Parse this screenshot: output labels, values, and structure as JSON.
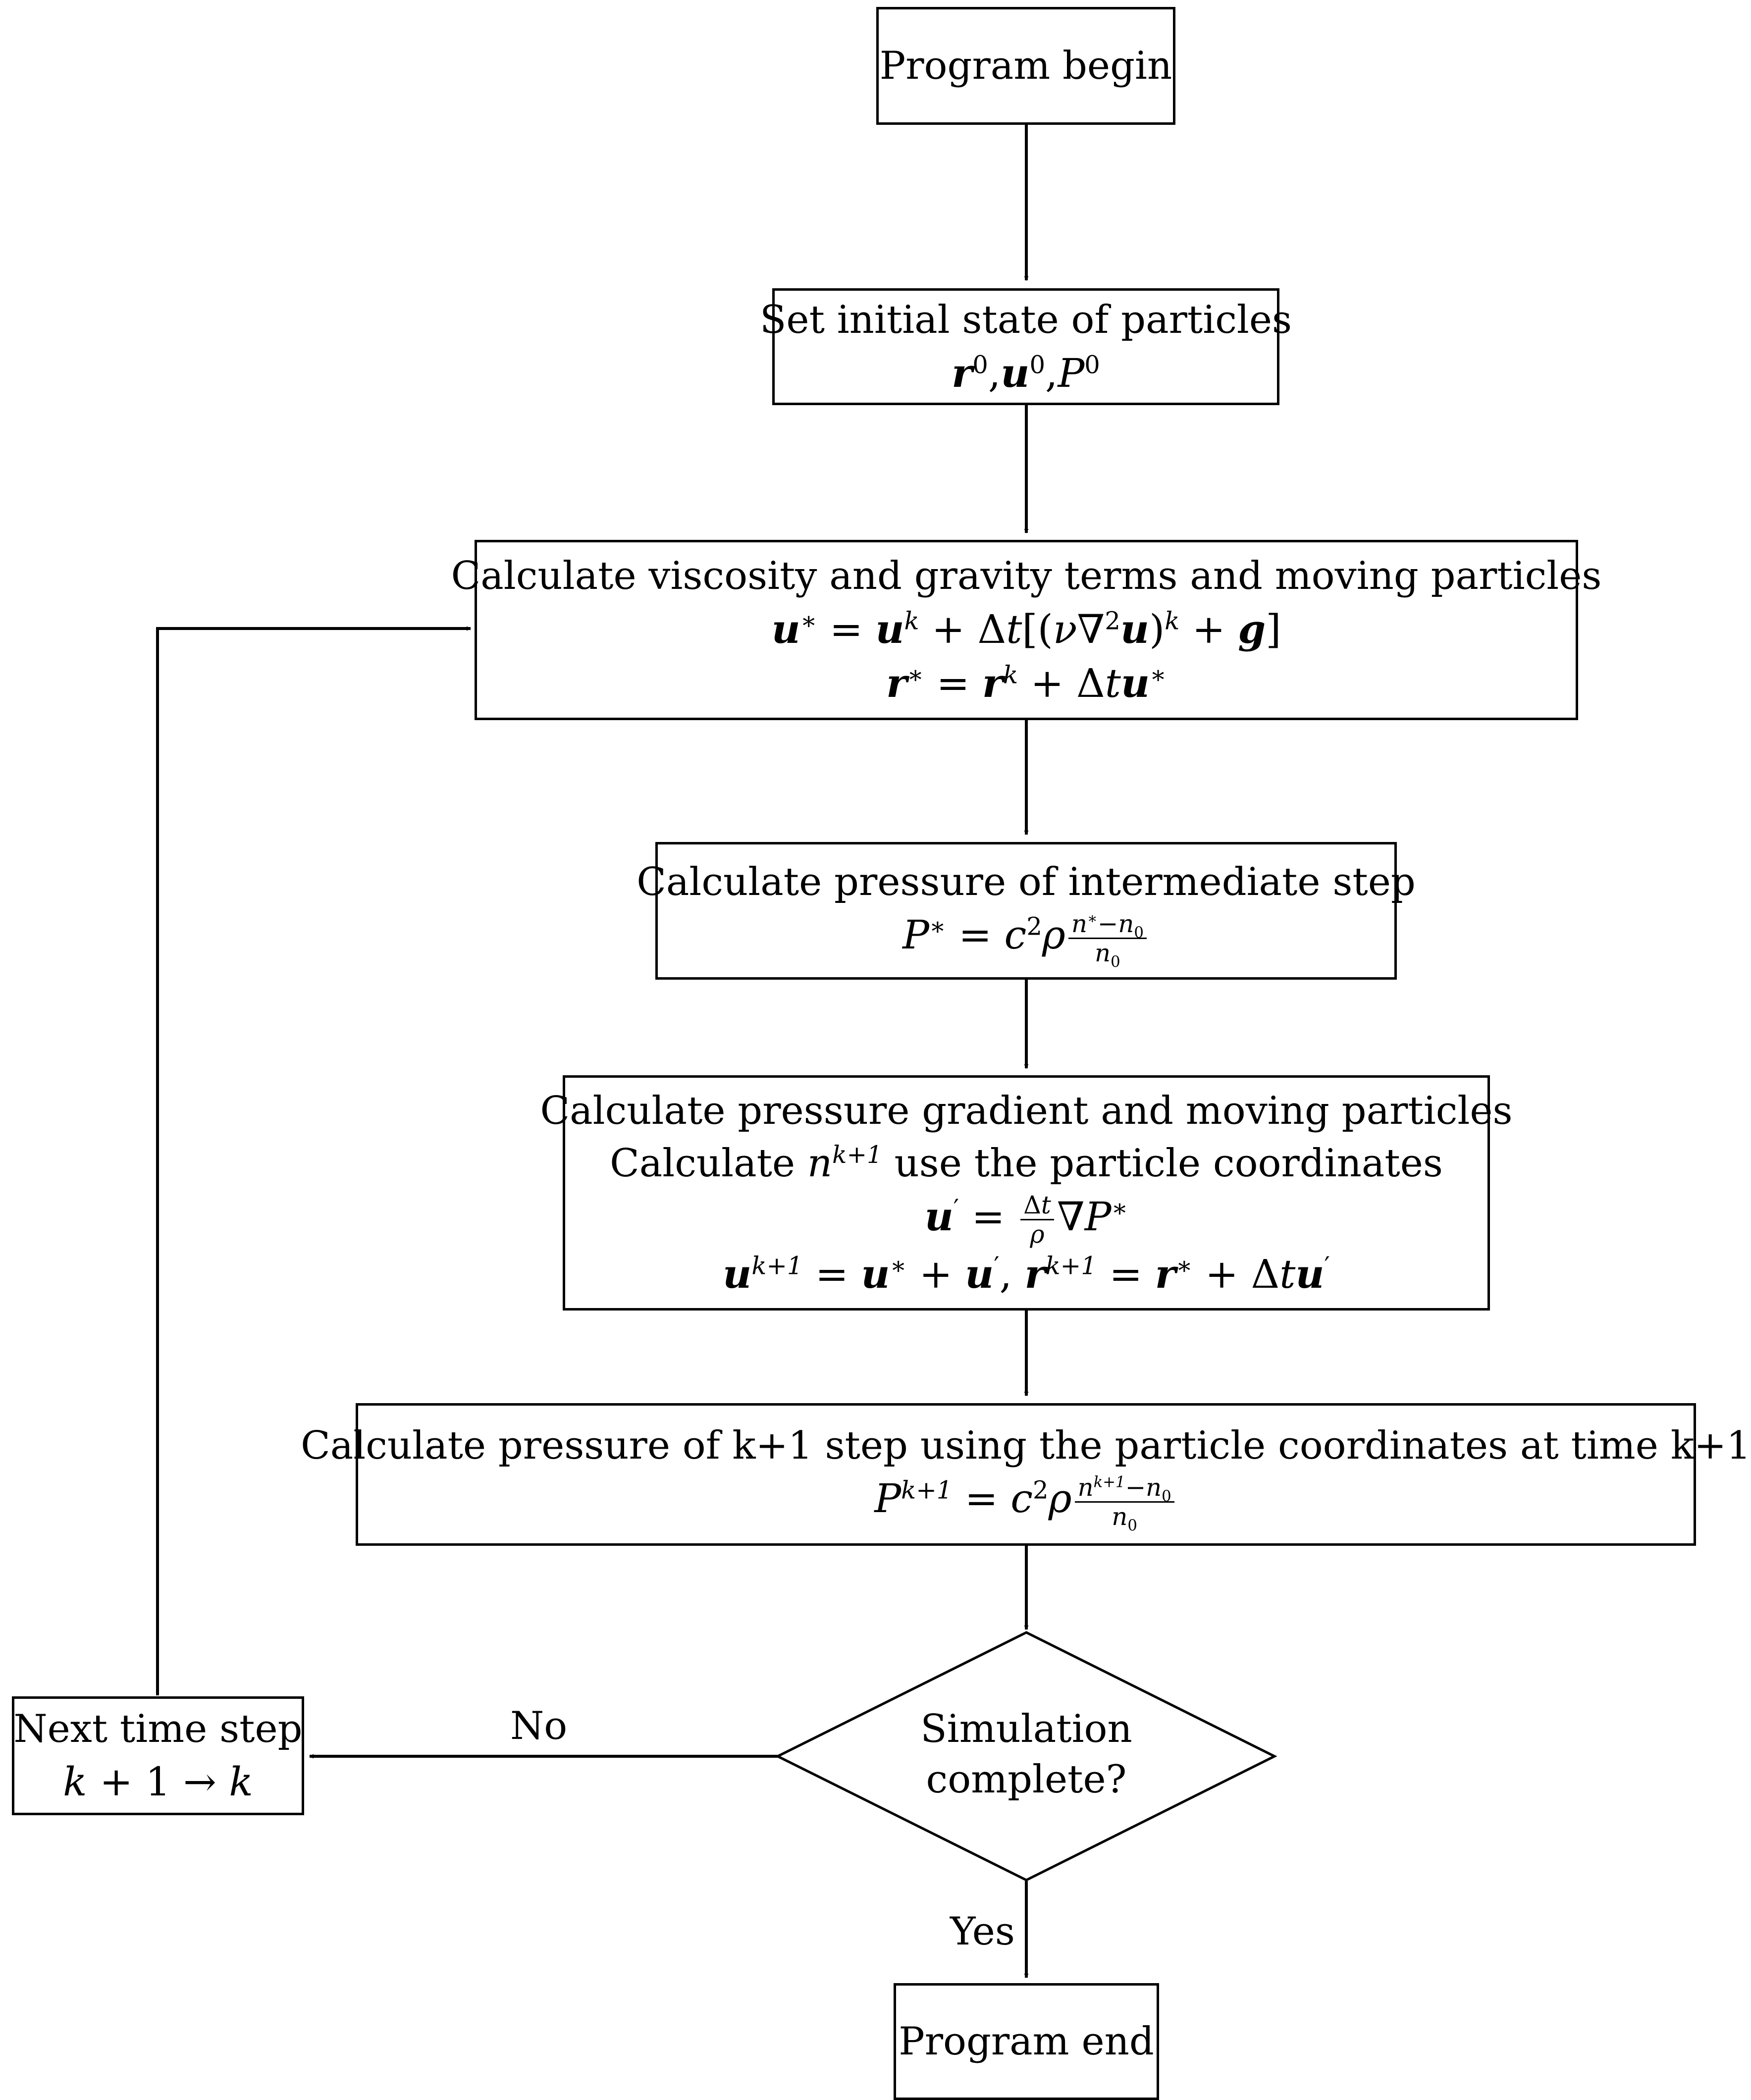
{
  "nodes": {
    "begin": {
      "text": "Program begin"
    },
    "init": {
      "title": "Set initial state of particles"
    },
    "viscosity": {
      "title": "Calculate viscosity and gravity terms and moving particles"
    },
    "pressure_intermediate": {
      "title": "Calculate pressure of intermediate step"
    },
    "gradient": {
      "title": "Calculate pressure gradient and moving particles",
      "line2_prefix": "Calculate",
      "line2_suffix": "use the particle coordinates"
    },
    "pressure_next": {
      "title": "Calculate pressure of k+1 step using the particle coordinates at time k+1"
    },
    "decision": {
      "line1": "Simulation",
      "line2": "complete?"
    },
    "next_step": {
      "title": "Next time step"
    },
    "end": {
      "text": "Program end"
    }
  },
  "edges": {
    "no_label": "No",
    "yes_label": "Yes"
  }
}
